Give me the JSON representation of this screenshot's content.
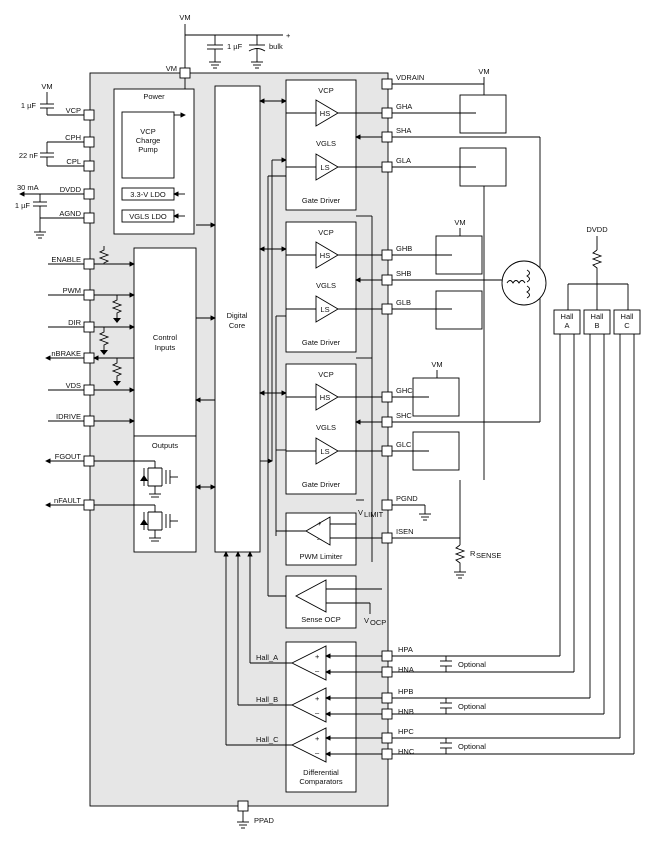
{
  "top": {
    "vm": "VM",
    "plus": "+",
    "cap1": "1 µF",
    "cap2": "bulk"
  },
  "left": {
    "vm": "VM",
    "cap_vcp": "1 µF",
    "cap_cph": "22 nF",
    "dvdd_current": "30 mA",
    "cap_dvdd": "1 µF",
    "pins": [
      "VCP",
      "CPH",
      "CPL",
      "DVDD",
      "AGND",
      "ENABLE",
      "PWM",
      "DIR",
      "nBRAKE",
      "VDS",
      "IDRIVE",
      "FGOUT",
      "nFAULT"
    ]
  },
  "chip": {
    "vm_pin": "VM",
    "power_title": "Power",
    "charge_pump": [
      "VCP",
      "Charge",
      "Pump"
    ],
    "ldo1": "3.3-V LDO",
    "ldo2": "VGLS LDO",
    "control": [
      "Control",
      "Inputs"
    ],
    "outputs": "Outputs",
    "core": [
      "Digital",
      "Core"
    ],
    "ppad": "PPAD"
  },
  "gate_drivers": [
    {
      "vcp": "VCP",
      "hs": "HS",
      "vgls": "VGLS",
      "ls": "LS",
      "title": "Gate Driver"
    },
    {
      "vcp": "VCP",
      "hs": "HS",
      "vgls": "VGLS",
      "ls": "LS",
      "title": "Gate Driver"
    },
    {
      "vcp": "VCP",
      "hs": "HS",
      "vgls": "VGLS",
      "ls": "LS",
      "title": "Gate Driver"
    }
  ],
  "right_pins": [
    "VDRAIN",
    "GHA",
    "SHA",
    "GLA",
    "GHB",
    "SHB",
    "GLB",
    "GHC",
    "SHC",
    "GLC",
    "PGND",
    "ISEN",
    "HPA",
    "HNA",
    "HPB",
    "HNB",
    "HPC",
    "HNC"
  ],
  "vm_labels": [
    "VM",
    "VM",
    "VM"
  ],
  "pwm_limiter": {
    "title": "PWM Limiter",
    "vlimit": "V",
    "vlimit_sub": "LIMIT"
  },
  "sense_ocp": {
    "title": "Sense OCP",
    "vocp": "V",
    "vocp_sub": "OCP"
  },
  "rsense": {
    "r": "R",
    "sub": "SENSE"
  },
  "comparators": {
    "title": [
      "Differential",
      "Comparators"
    ],
    "plus": "+",
    "minus": "–"
  },
  "halls": {
    "labels": [
      "Hall_A",
      "Hall_B",
      "Hall_C"
    ],
    "optional": [
      "Optional",
      "Optional",
      "Optional"
    ]
  },
  "hall_sensors": {
    "dvdd": "DVDD",
    "names": [
      [
        "Hall",
        "A"
      ],
      [
        "Hall",
        "B"
      ],
      [
        "Hall",
        "C"
      ]
    ]
  }
}
